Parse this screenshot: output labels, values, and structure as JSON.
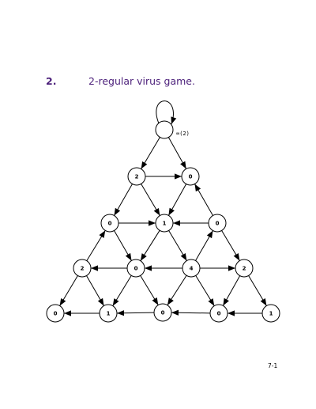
{
  "heading": {
    "number": "2.",
    "title": "2-regular virus game."
  },
  "diagram": {
    "nodes": [
      {
        "id": "top",
        "label": ""
      },
      {
        "id": "r1a",
        "label": "2"
      },
      {
        "id": "r1b",
        "label": "0"
      },
      {
        "id": "r2a",
        "label": "0"
      },
      {
        "id": "r2b",
        "label": "1"
      },
      {
        "id": "r2c",
        "label": "0"
      },
      {
        "id": "r3a",
        "label": "2"
      },
      {
        "id": "r3b",
        "label": "0"
      },
      {
        "id": "r3c",
        "label": "4"
      },
      {
        "id": "r3d",
        "label": "2"
      },
      {
        "id": "r4a",
        "label": "0"
      },
      {
        "id": "r4b",
        "label": "1"
      },
      {
        "id": "r4c",
        "label": "0"
      },
      {
        "id": "r4d",
        "label": "0"
      },
      {
        "id": "r4e",
        "label": "1"
      }
    ],
    "edges": [
      [
        "top",
        "r1a"
      ],
      [
        "top",
        "r1b"
      ],
      [
        "r1a",
        "r1b"
      ],
      [
        "r1a",
        "r2a"
      ],
      [
        "r1a",
        "r2b"
      ],
      [
        "r1b",
        "r2b"
      ],
      [
        "r2c",
        "r1b"
      ],
      [
        "r2a",
        "r2b"
      ],
      [
        "r2c",
        "r2b"
      ],
      [
        "r3a",
        "r2a"
      ],
      [
        "r2a",
        "r3b"
      ],
      [
        "r2b",
        "r3b"
      ],
      [
        "r2b",
        "r3c"
      ],
      [
        "r3c",
        "r2c"
      ],
      [
        "r2c",
        "r3d"
      ],
      [
        "r3b",
        "r3a"
      ],
      [
        "r3c",
        "r3b"
      ],
      [
        "r3c",
        "r3d"
      ],
      [
        "r3a",
        "r4a"
      ],
      [
        "r3a",
        "r4b"
      ],
      [
        "r3b",
        "r4b"
      ],
      [
        "r3b",
        "r4c"
      ],
      [
        "r3c",
        "r4c"
      ],
      [
        "r3c",
        "r4d"
      ],
      [
        "r3d",
        "r4d"
      ],
      [
        "r3d",
        "r4e"
      ],
      [
        "r4b",
        "r4a"
      ],
      [
        "r4c",
        "r4b"
      ],
      [
        "r4d",
        "r4c"
      ],
      [
        "r4e",
        "r4d"
      ]
    ],
    "self_loop_label": "∞(2)"
  },
  "page_number": "7-1",
  "colors": {
    "heading": "#4b1f7a",
    "stroke": "#000000"
  }
}
